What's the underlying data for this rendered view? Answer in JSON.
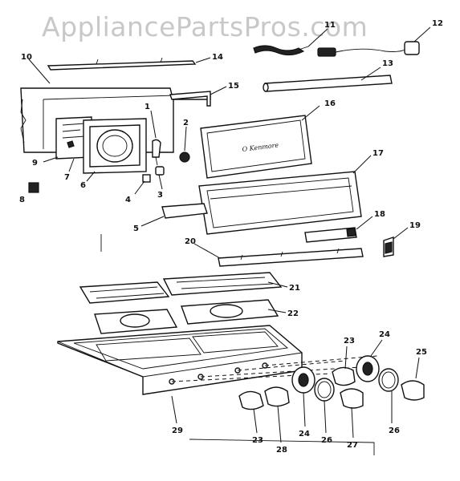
{
  "watermark": "AppliancePartsPros.com",
  "door_script": "O Kenmore",
  "callouts": [
    {
      "id": "c1",
      "text": "1"
    },
    {
      "id": "c2",
      "text": "2"
    },
    {
      "id": "c3",
      "text": "3"
    },
    {
      "id": "c4",
      "text": "4"
    },
    {
      "id": "c5",
      "text": "5"
    },
    {
      "id": "c6",
      "text": "6"
    },
    {
      "id": "c7",
      "text": "7"
    },
    {
      "id": "c8",
      "text": "8"
    },
    {
      "id": "c9",
      "text": "9"
    },
    {
      "id": "c10",
      "text": "10"
    },
    {
      "id": "c11",
      "text": "11"
    },
    {
      "id": "c12",
      "text": "12"
    },
    {
      "id": "c13",
      "text": "13"
    },
    {
      "id": "c14",
      "text": "14"
    },
    {
      "id": "c15",
      "text": "15"
    },
    {
      "id": "c16",
      "text": "16"
    },
    {
      "id": "c17",
      "text": "17"
    },
    {
      "id": "c18",
      "text": "18"
    },
    {
      "id": "c19",
      "text": "19"
    },
    {
      "id": "c20",
      "text": "20"
    },
    {
      "id": "c21",
      "text": "21"
    },
    {
      "id": "c22",
      "text": "22"
    },
    {
      "id": "c23a",
      "text": "23"
    },
    {
      "id": "c23b",
      "text": "23"
    },
    {
      "id": "c24a",
      "text": "24"
    },
    {
      "id": "c24b",
      "text": "24"
    },
    {
      "id": "c25",
      "text": "25"
    },
    {
      "id": "c26a",
      "text": "26"
    },
    {
      "id": "c26b",
      "text": "26"
    },
    {
      "id": "c27",
      "text": "27"
    },
    {
      "id": "c28",
      "text": "28"
    },
    {
      "id": "c29",
      "text": "29"
    }
  ]
}
